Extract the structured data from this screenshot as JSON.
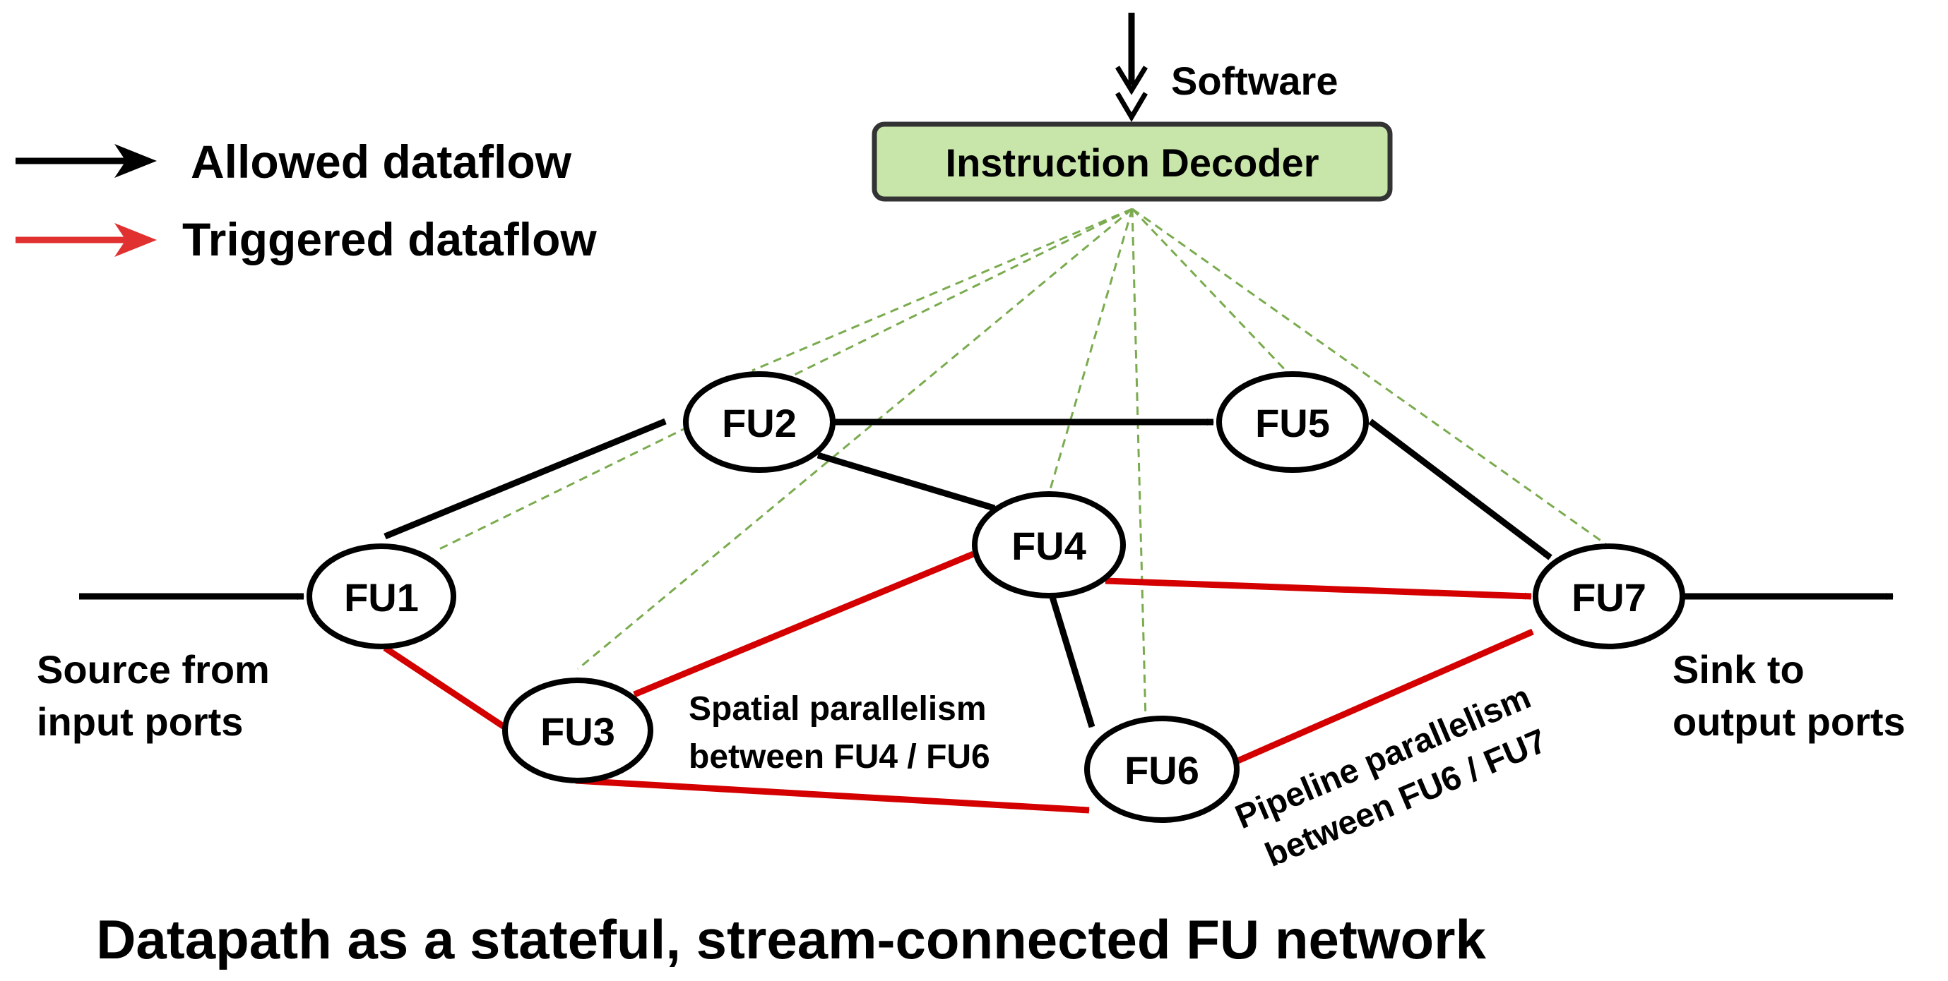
{
  "legend": {
    "allowed_label": "Allowed dataflow",
    "triggered_label": "Triggered dataflow",
    "allowed_color": "#000000",
    "triggered_color": "#d40000"
  },
  "decoder": {
    "label": "Instruction Decoder",
    "fill_color": "#c8e6a9",
    "input_label": "Software"
  },
  "nodes": {
    "fu1": "FU1",
    "fu2": "FU2",
    "fu3": "FU3",
    "fu4": "FU4",
    "fu5": "FU5",
    "fu6": "FU6",
    "fu7": "FU7"
  },
  "source": {
    "line1": "Source from",
    "line2": "input ports"
  },
  "sink": {
    "line1": "Sink to",
    "line2": "output ports"
  },
  "spatial_note": {
    "line1": "Spatial parallelism",
    "line2": "between FU4 / FU6"
  },
  "pipeline_note": {
    "line1": "Pipeline parallelism",
    "line2": "between FU6 / FU7"
  },
  "title": "Datapath as a stateful, stream-connected FU network",
  "control_line_color": "#7aab4e"
}
